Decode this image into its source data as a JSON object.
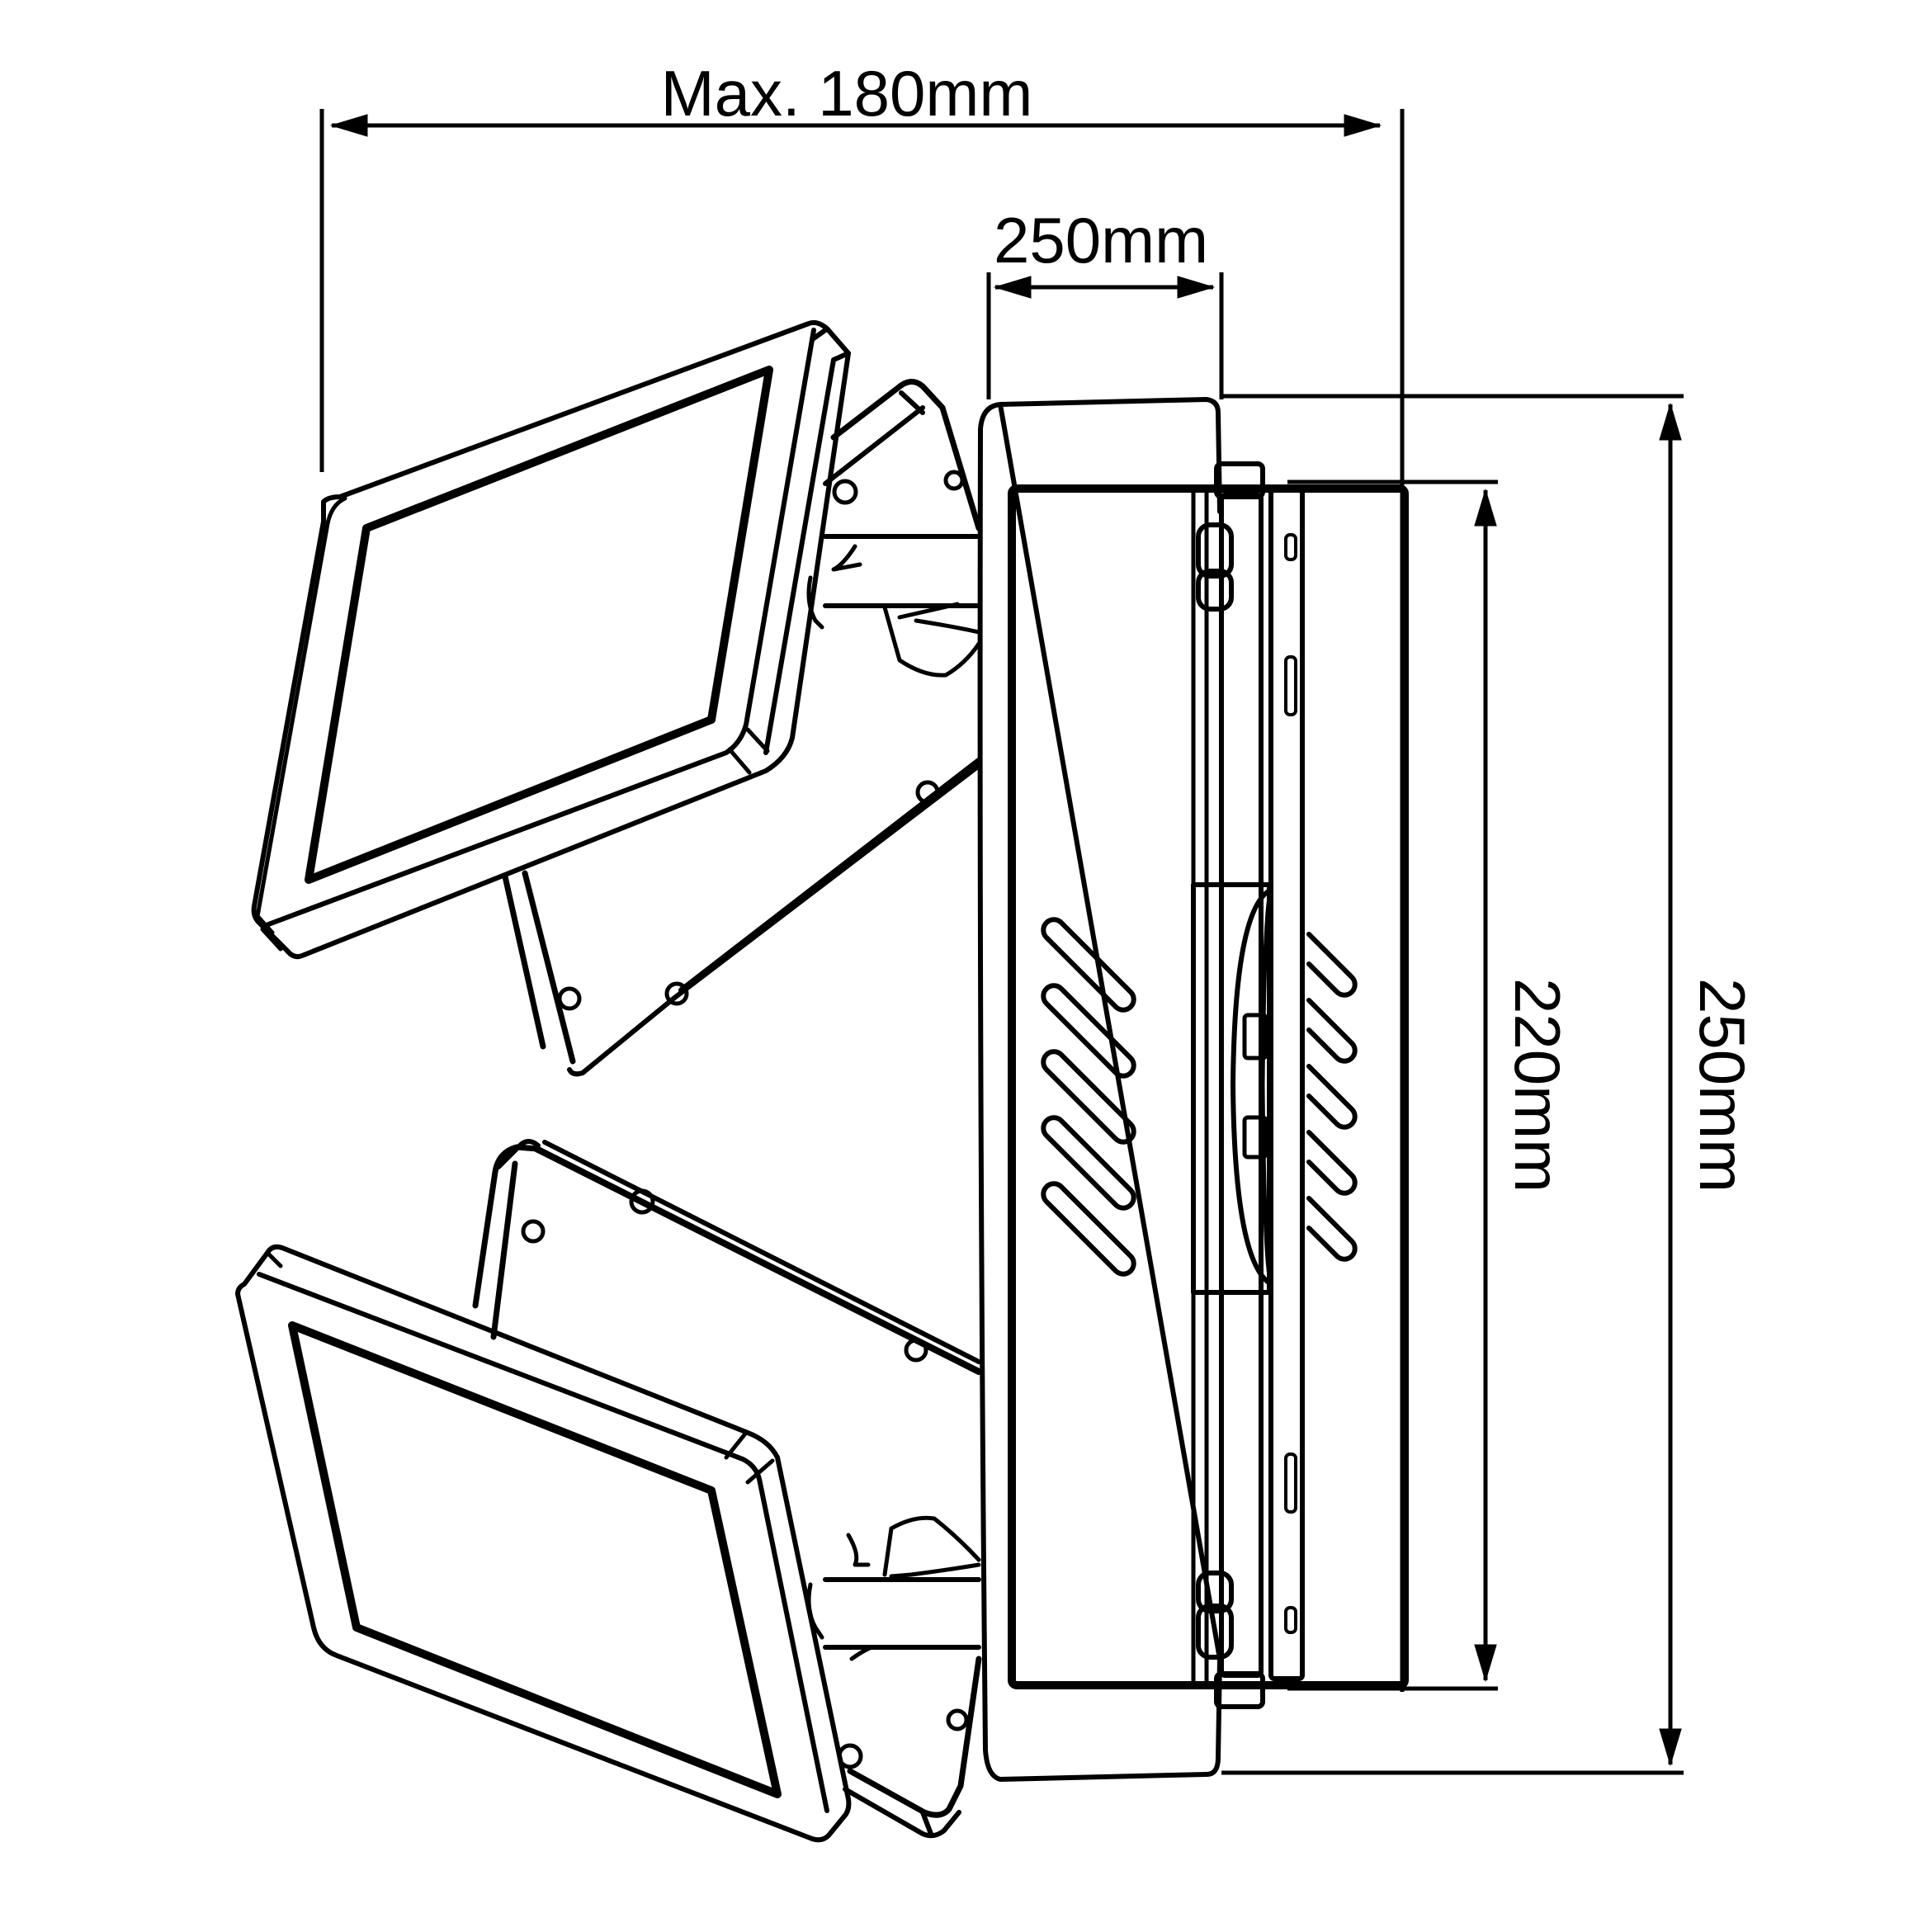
{
  "dimensions": {
    "max_width_label": "Max. 180mm",
    "depth_label": "250mm",
    "inner_height_label": "220mm",
    "total_height_label": "250mm"
  },
  "colors": {
    "stroke": "#000000",
    "background": "#ffffff"
  }
}
